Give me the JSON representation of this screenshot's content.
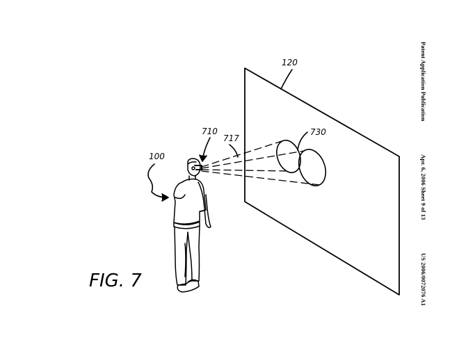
{
  "header": {
    "publication": "Patent Application Publication",
    "date_sheet": "Apr. 6, 2006   Sheet 9 of 13",
    "patent_number": "US 2006/0072076 A1"
  },
  "figure": {
    "label": "FIG. 7",
    "refs": {
      "user": "100",
      "screen": "120",
      "head_device": "710",
      "beam": "717",
      "projection": "730"
    }
  }
}
